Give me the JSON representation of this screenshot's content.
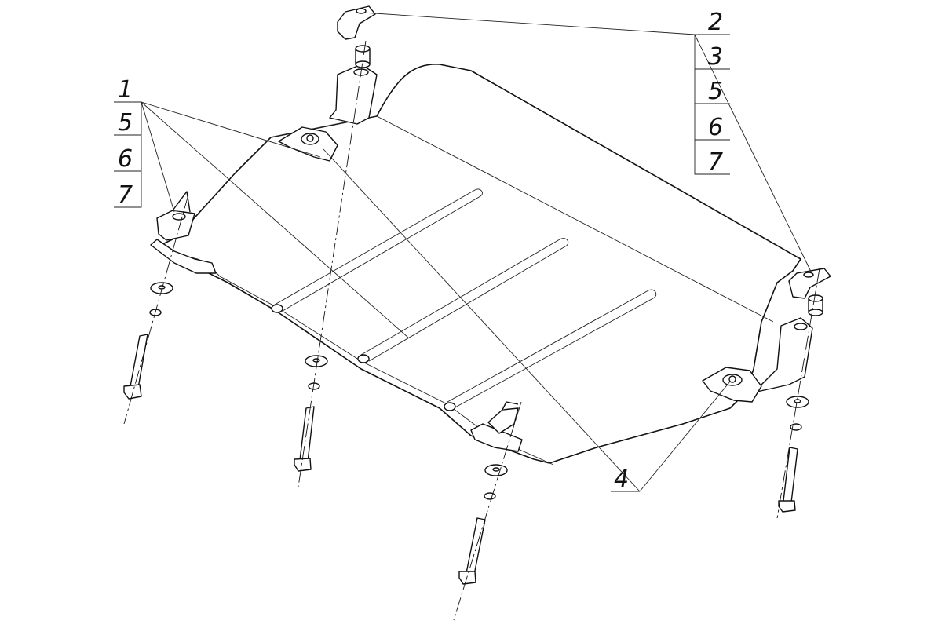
{
  "drawing": {
    "callout_left": [
      "1",
      "5",
      "6",
      "7"
    ],
    "callout_right": [
      "2",
      "3",
      "5",
      "6",
      "7"
    ],
    "callout_bottom": "4"
  }
}
